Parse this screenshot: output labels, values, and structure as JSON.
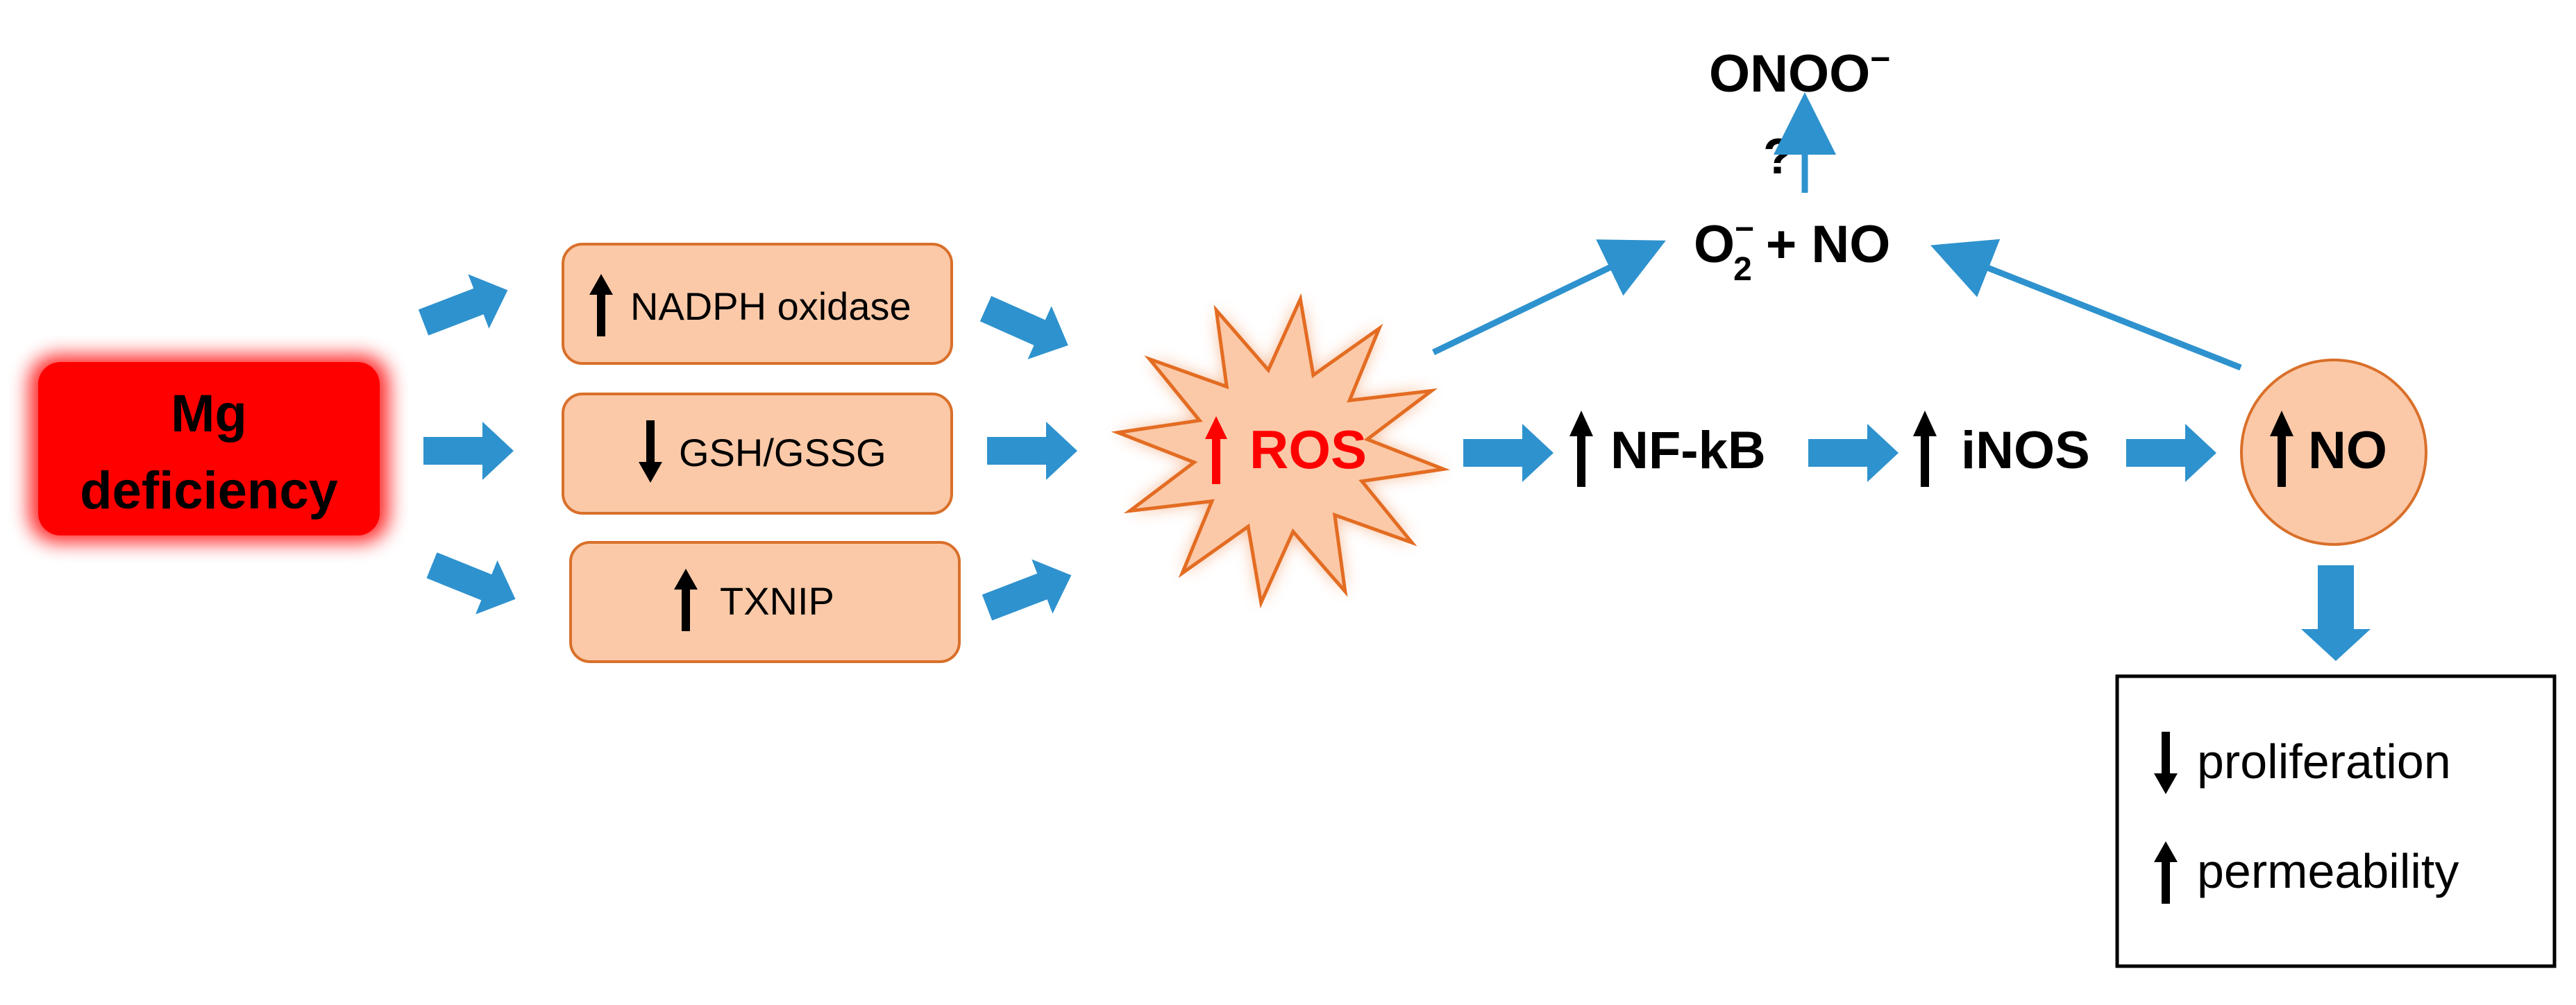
{
  "colors": {
    "mg_box": "#ff0000",
    "node_fill": "#fbc9a8",
    "node_stroke": "#d9702a",
    "ros_stroke": "#e36c22",
    "ros_text": "#ff0000",
    "flow_arrow": "#2e92ce",
    "up_down_arrow": "#000000"
  },
  "nodes": {
    "mg": {
      "line1": "Mg",
      "line2": "deficiency"
    },
    "nadph": {
      "label": "NADPH oxidase",
      "direction": "up"
    },
    "gsh": {
      "label": "GSH/GSSG",
      "direction": "down"
    },
    "txnip": {
      "label": "TXNIP",
      "direction": "up"
    },
    "ros": {
      "label": "ROS",
      "direction": "up"
    },
    "nfkb": {
      "label": "NF-kB",
      "direction": "up"
    },
    "inos": {
      "label": "iNOS",
      "direction": "up"
    },
    "no": {
      "label": "NO",
      "direction": "up"
    },
    "reaction": {
      "o": "O",
      "sub": "2",
      "sup": "−",
      "rest": "+ NO"
    },
    "peroxynitrite": {
      "label": "ONOO",
      "sup": "−"
    },
    "question": {
      "label": "?"
    },
    "effects": [
      {
        "label": "proliferation",
        "direction": "down"
      },
      {
        "label": "permeability",
        "direction": "up"
      }
    ]
  }
}
